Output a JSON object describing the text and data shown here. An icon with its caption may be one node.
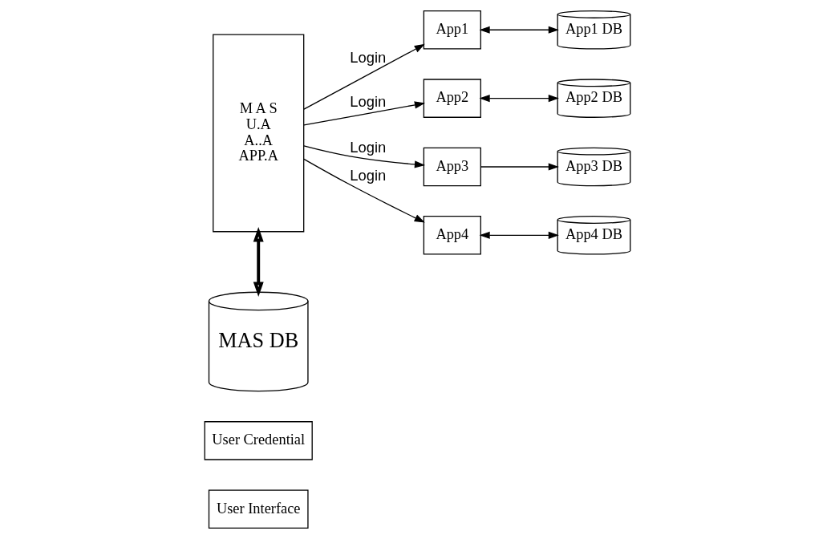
{
  "diagram": {
    "nodes": [
      {
        "text": [
          "User Interface"
        ]
      },
      {
        "text": [
          "User Credential"
        ]
      },
      {
        "text": [
          "M A S",
          "U.A",
          "A..A",
          "APP.A"
        ]
      },
      {
        "text": [
          "App1"
        ]
      },
      {
        "text": [
          "App2"
        ]
      },
      {
        "text": [
          "App3"
        ]
      },
      {
        "text": [
          "App4"
        ]
      },
      {
        "text": [
          "App1 DB"
        ]
      },
      {
        "text": [
          "App2 DB"
        ]
      },
      {
        "text": [
          "App3 DB"
        ]
      },
      {
        "text": [
          "App4 DB"
        ]
      },
      {
        "text": [
          "MAS DB"
        ]
      }
    ],
    "edges": [
      {
        "from": 2,
        "to": 3,
        "arrow": "to",
        "label": "Login"
      },
      {
        "from": 2,
        "to": 4,
        "arrow": "to",
        "label": "Login"
      },
      {
        "from": 2,
        "to": 5,
        "arrow": "to",
        "label": "Login"
      },
      {
        "from": 2,
        "to": 6,
        "arrow": "to",
        "label": "Login"
      },
      {
        "from": 3,
        "to": 7,
        "arrow": "both"
      },
      {
        "from": 4,
        "to": 8,
        "arrow": "both"
      },
      {
        "from": 5,
        "to": 9,
        "arrow": "to"
      },
      {
        "from": 6,
        "to": 10,
        "arrow": "both"
      },
      {
        "from": 2,
        "to": 11,
        "arrow": "both",
        "style": "thick"
      }
    ]
  }
}
